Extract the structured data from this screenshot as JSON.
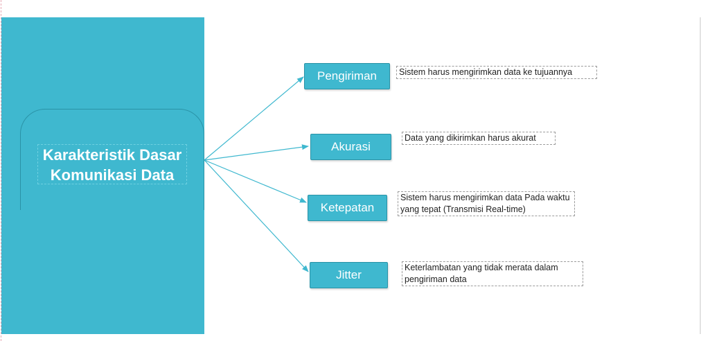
{
  "diagram": {
    "main_title": "Karakteristik Dasar\nKomunikasi Data",
    "items": [
      {
        "label": "Pengiriman",
        "description": "Sistem harus mengirimkan data ke tujuannya"
      },
      {
        "label": "Akurasi",
        "description": "Data yang dikirimkan harus akurat"
      },
      {
        "label": "Ketepatan",
        "description": "Sistem harus mengirimkan data Pada waktu yang tepat (Transmisi Real-time)"
      },
      {
        "label": "Jitter",
        "description": "Keterlambatan yang tidak merata dalam pengiriman data"
      }
    ]
  },
  "colors": {
    "accent": "#3fb8cf",
    "connector": "#3fb8cf",
    "text_dark": "#222222",
    "text_light": "#ffffff"
  }
}
